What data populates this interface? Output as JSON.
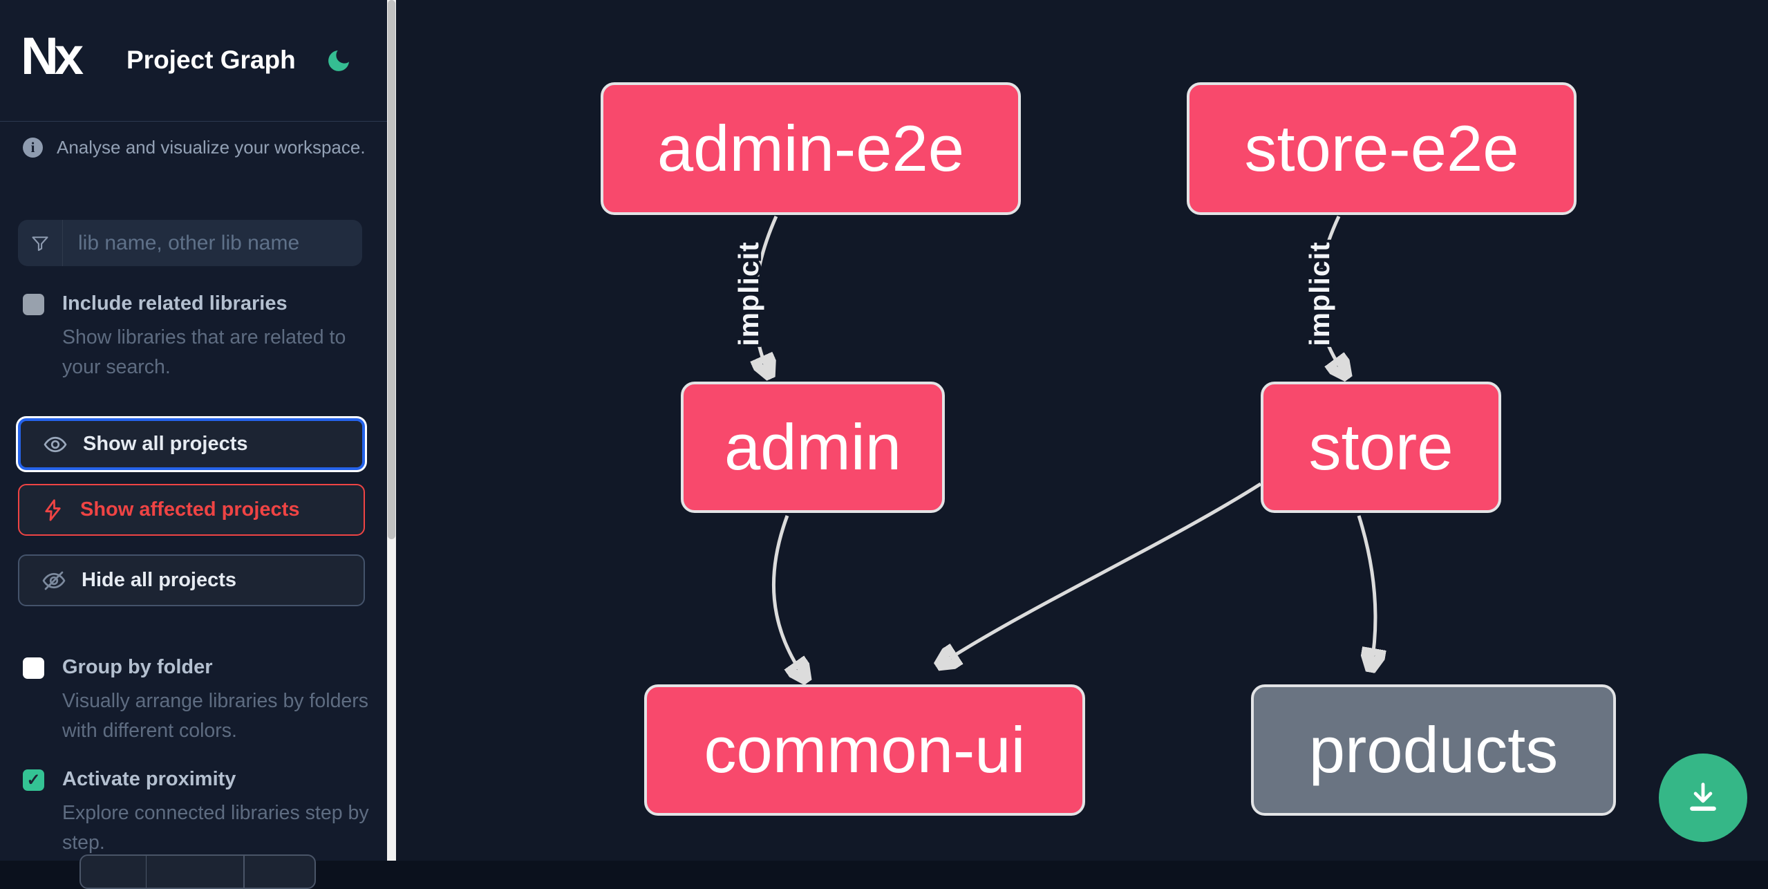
{
  "header": {
    "title": "Project Graph",
    "logo_text": "Nx",
    "theme_icon": "moon",
    "theme_color": "#35bd92"
  },
  "sidebar": {
    "tagline": "Analyse and visualize your workspace.",
    "search_placeholder": "lib name, other lib name",
    "include_related": {
      "label": "Include related libraries",
      "description": "Show libraries that are related to your search.",
      "checked": false
    },
    "actions": {
      "show_all": "Show all projects",
      "show_affected": "Show affected projects",
      "hide_all": "Hide all projects",
      "focused_action": "show_all",
      "affected_color": "#ef4444",
      "focus_ring_color": "#2563eb"
    },
    "group_by_folder": {
      "label": "Group by folder",
      "description": "Visually arrange libraries by folders with different colors.",
      "checked": false
    },
    "proximity": {
      "label": "Activate proximity",
      "description": "Explore connected libraries step by step.",
      "checked": true,
      "checked_color": "#34c394"
    }
  },
  "graph": {
    "nodes": [
      {
        "label": "admin-e2e",
        "kind": "app",
        "color": "#f8496c"
      },
      {
        "label": "store-e2e",
        "kind": "app",
        "color": "#f8496c"
      },
      {
        "label": "admin",
        "kind": "app",
        "color": "#f8496c"
      },
      {
        "label": "store",
        "kind": "app",
        "color": "#f8496c"
      },
      {
        "label": "common-ui",
        "kind": "lib",
        "color": "#f8496c"
      },
      {
        "label": "products",
        "kind": "lib",
        "color": "#6a7482"
      }
    ],
    "edges": [
      {
        "from": "admin-e2e",
        "to": "admin",
        "label": "implicit"
      },
      {
        "from": "store-e2e",
        "to": "store",
        "label": "implicit"
      },
      {
        "from": "admin",
        "to": "common-ui",
        "label": ""
      },
      {
        "from": "store",
        "to": "common-ui",
        "label": ""
      },
      {
        "from": "store",
        "to": "products",
        "label": ""
      }
    ],
    "edge_color": "#dcdcdc"
  },
  "fab": {
    "icon": "download",
    "color": "#35b787"
  }
}
